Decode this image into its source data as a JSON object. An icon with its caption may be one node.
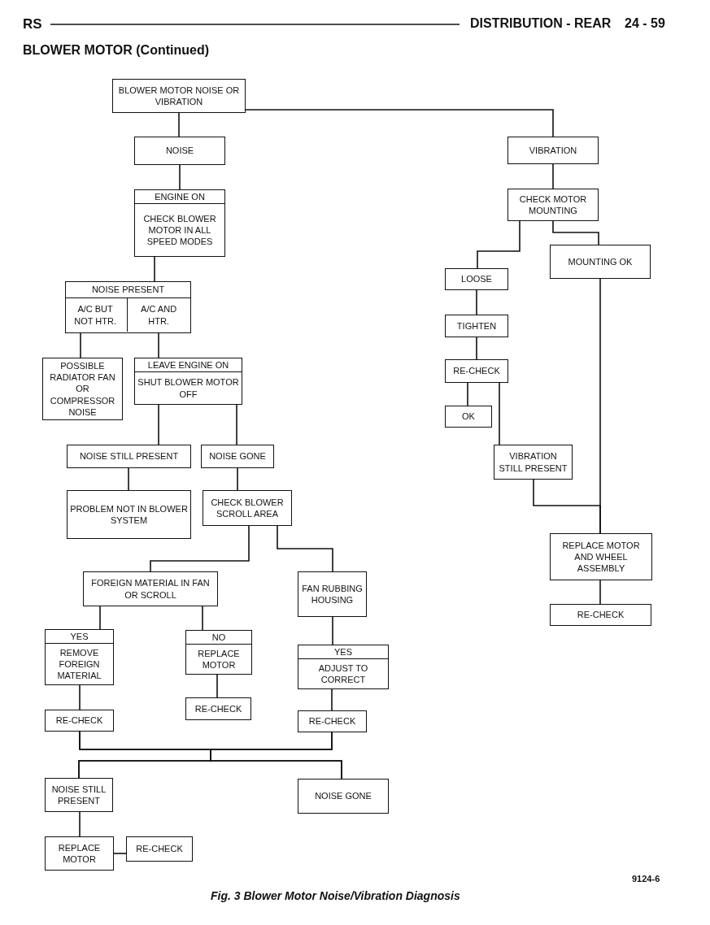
{
  "diagram": {
    "title": "BLOWER MOTOR (Continued)",
    "caption": "Fig. 3 Blower Motor Noise/Vibration Diagnosis",
    "nodes": [
      {
        "text": [
          "BLOWER MOTOR NOISE OR VIBRATION"
        ]
      },
      {
        "text": [
          "NOISE"
        ]
      },
      {
        "text": [
          "ENGINE ON",
          "CHECK BLOWER MOTOR IN ALL SPEED MODES"
        ]
      },
      {
        "text": [
          "NOISE PRESENT"
        ]
      },
      {
        "text": [
          "A/C BUT NOT HTR."
        ],
        "in": 3
      },
      {
        "text": [
          "A/C AND HTR."
        ],
        "in": 3
      },
      {
        "text": [
          "POSSIBLE RADIATOR FAN OR COMPRESSOR NOISE"
        ]
      },
      {
        "text": [
          "LEAVE ENGINE ON",
          "SHUT BLOWER MOTOR OFF"
        ]
      },
      {
        "text": [
          "NOISE STILL PRESENT"
        ]
      },
      {
        "text": [
          "NOISE GONE"
        ]
      },
      {
        "text": [
          "PROBLEM NOT IN BLOWER SYSTEM"
        ]
      },
      {
        "text": [
          "CHECK BLOWER SCROLL AREA"
        ]
      },
      {
        "text": [
          "FOREIGN MATERIAL IN FAN OR SCROLL"
        ]
      },
      {
        "text": [
          "FAN RUBBING HOUSING"
        ]
      },
      {
        "text": [
          "YES",
          "REMOVE FOREIGN MATERIAL"
        ]
      },
      {
        "text": [
          "NO",
          "REPLACE MOTOR"
        ]
      },
      {
        "text": [
          "YES",
          "ADJUST TO CORRECT"
        ]
      },
      {
        "text": [
          "RE-CHECK"
        ]
      },
      {
        "text": [
          "RE-CHECK"
        ]
      },
      {
        "text": [
          "RE-CHECK"
        ]
      },
      {
        "text": [
          "NOISE STILL PRESENT"
        ]
      },
      {
        "text": [
          "NOISE GONE"
        ]
      },
      {
        "text": [
          "REPLACE MOTOR"
        ]
      },
      {
        "text": [
          "RE-CHECK"
        ]
      },
      {
        "text": [
          "VIBRATION"
        ]
      },
      {
        "text": [
          "CHECK MOTOR MOUNTING"
        ]
      },
      {
        "text": [
          "LOOSE"
        ]
      },
      {
        "text": [
          "MOUNTING OK"
        ]
      },
      {
        "text": [
          "TIGHTEN"
        ]
      },
      {
        "text": [
          "RE-CHECK"
        ]
      },
      {
        "text": [
          "OK"
        ]
      },
      {
        "text": [
          "VIBRATION STILL PRESENT"
        ]
      },
      {
        "text": [
          "REPLACE MOTOR AND WHEEL ASSEMBLY"
        ]
      },
      {
        "text": [
          "RE-CHECK"
        ]
      }
    ],
    "edges": [
      {
        "from": 0,
        "to": 1,
        "arrow": "none"
      },
      {
        "from": 0,
        "to": 24,
        "arrow": "none"
      },
      {
        "from": 1,
        "to": 2,
        "arrow": "none"
      },
      {
        "from": 2,
        "to": 3,
        "arrow": "none"
      },
      {
        "from": 4,
        "to": 6,
        "arrow": "none"
      },
      {
        "from": 5,
        "to": 7,
        "arrow": "none"
      },
      {
        "from": 7,
        "to": 8,
        "arrow": "none"
      },
      {
        "from": 7,
        "to": 9,
        "arrow": "none"
      },
      {
        "from": 8,
        "to": 10,
        "arrow": "none"
      },
      {
        "from": 9,
        "to": 11,
        "arrow": "none"
      },
      {
        "from": 11,
        "to": 12,
        "arrow": "none"
      },
      {
        "from": 11,
        "to": 13,
        "arrow": "none"
      },
      {
        "from": 12,
        "to": 14,
        "arrow": "none"
      },
      {
        "from": 12,
        "to": 15,
        "arrow": "none"
      },
      {
        "from": 13,
        "to": 16,
        "arrow": "none"
      },
      {
        "from": 14,
        "to": 17,
        "arrow": "none"
      },
      {
        "from": 15,
        "to": 18,
        "arrow": "none"
      },
      {
        "from": 16,
        "to": 19,
        "arrow": "none"
      },
      {
        "from": 17,
        "to": 20,
        "arrow": "none"
      },
      {
        "from": 17,
        "to": 21,
        "arrow": "none"
      },
      {
        "from": 19,
        "to": 20,
        "arrow": "none"
      },
      {
        "from": 19,
        "to": 21,
        "arrow": "none"
      },
      {
        "from": 20,
        "to": 22,
        "arrow": "none"
      },
      {
        "from": 22,
        "to": 23,
        "arrow": "none"
      },
      {
        "from": 24,
        "to": 25,
        "arrow": "none"
      },
      {
        "from": 25,
        "to": 26,
        "arrow": "none"
      },
      {
        "from": 25,
        "to": 27,
        "arrow": "none"
      },
      {
        "from": 26,
        "to": 28,
        "arrow": "none"
      },
      {
        "from": 28,
        "to": 29,
        "arrow": "none"
      },
      {
        "from": 29,
        "to": 30,
        "arrow": "none"
      },
      {
        "from": 29,
        "to": 31,
        "arrow": "none"
      },
      {
        "from": 31,
        "to": 32,
        "arrow": "none"
      },
      {
        "from": 27,
        "to": 32,
        "arrow": "none"
      },
      {
        "from": 32,
        "to": 33,
        "arrow": "none"
      }
    ],
    "labels": [
      "RS",
      "DISTRIBUTION - REAR",
      "24 - 59",
      "9124-6"
    ]
  }
}
